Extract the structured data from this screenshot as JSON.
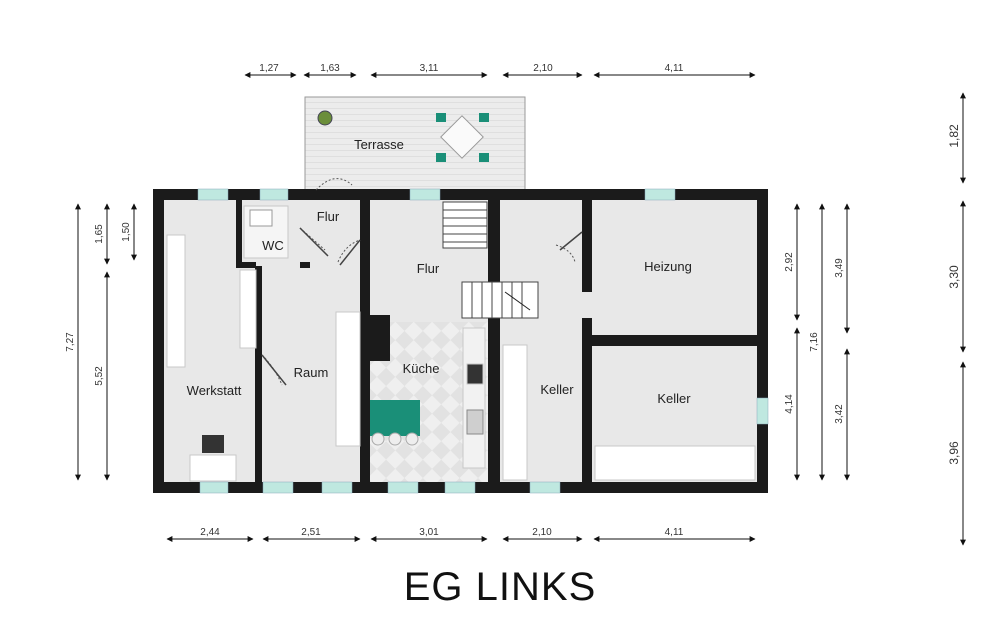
{
  "title": "EG LINKS",
  "rooms": {
    "terrasse": "Terrasse",
    "flur_small": "Flur",
    "wc": "WC",
    "flur": "Flur",
    "heizung": "Heizung",
    "werkstatt": "Werkstatt",
    "raum": "Raum",
    "kueche": "Küche",
    "keller_mid": "Keller",
    "keller_right": "Keller"
  },
  "dims_top": [
    "1,27",
    "1,63",
    "3,11",
    "2,10",
    "4,11"
  ],
  "dims_bottom": [
    "2,44",
    "2,51",
    "3,01",
    "2,10",
    "4,11"
  ],
  "dims_left": [
    "7,27",
    "1,65",
    "5,52",
    "1,50"
  ],
  "dims_right_inner": [
    "2,92",
    "4,14",
    "7,16",
    "3,49",
    "3,42"
  ],
  "dims_far_right": [
    "1,82",
    "3,30",
    "3,96"
  ],
  "colors": {
    "wall": "#1b1b1b",
    "floor": "#e8e8e8",
    "window": "#bfe8e0",
    "table": "#1a8f78"
  }
}
